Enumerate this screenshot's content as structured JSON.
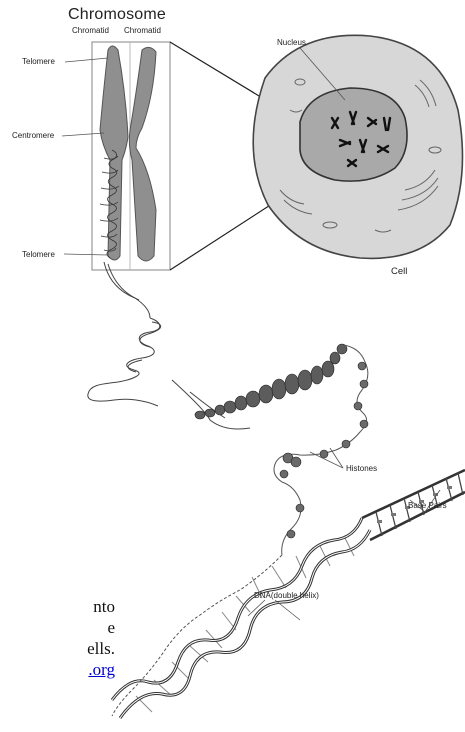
{
  "diagram": {
    "title": "Chromosome",
    "chromatid_left": "Chromatid",
    "chromatid_right": "Chromatid",
    "telomere_top": "Telomere",
    "centromere": "Centromere",
    "telomere_bottom": "Telomere",
    "nucleus": "Nucleus",
    "cell": "Cell",
    "histones": "Histones",
    "dna_helix": "DNA(double helix)",
    "base_pairs": "Base Pairs"
  },
  "caption": {
    "line1": "nto",
    "line2": "e",
    "line3": "ells.",
    "link": ".org"
  }
}
